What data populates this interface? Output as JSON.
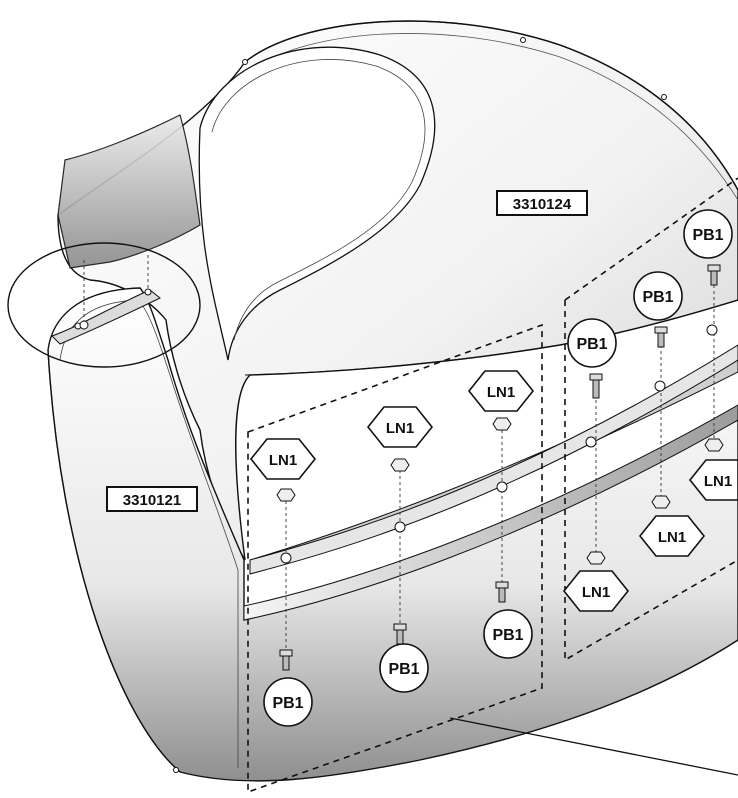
{
  "parts": [
    {
      "id": "upper-shell",
      "number": "3310124"
    },
    {
      "id": "lower-shell",
      "number": "3310121"
    }
  ],
  "hardware": {
    "bolt": "PB1",
    "nut": "LN1"
  },
  "colors": {
    "line": "#111111",
    "shell_light": "#f4f4f4",
    "shell_dark": "#9a9a9a",
    "rim": "#d9d9d9"
  }
}
